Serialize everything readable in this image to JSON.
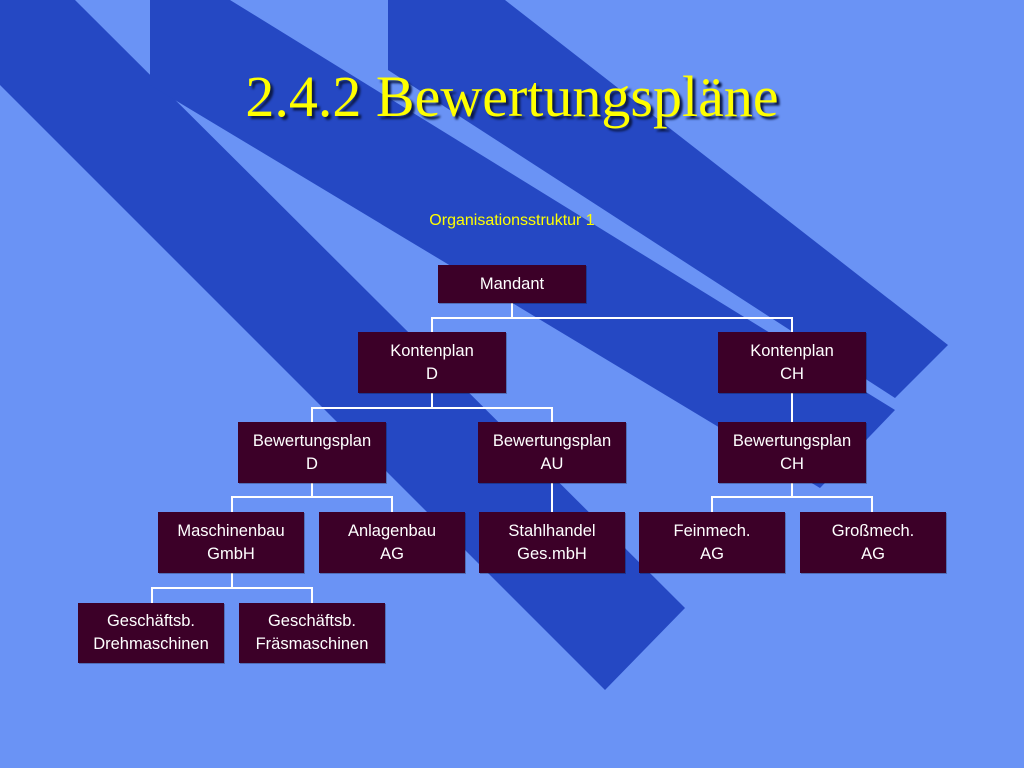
{
  "slide": {
    "title": "2.4.2 Bewertungspläne",
    "subtitle": "Organisationsstruktur 1",
    "colors": {
      "background": "#6a93f5",
      "stripe": "#2548c3",
      "title": "#ffff00",
      "node_fill": "#3c0028",
      "node_text": "#ffffff",
      "connector": "#ffffff"
    }
  },
  "org_chart": {
    "nodes": [
      {
        "id": "mandant",
        "lines": [
          "Mandant"
        ]
      },
      {
        "id": "kp-d",
        "parent": "mandant",
        "lines": [
          "Kontenplan",
          "D"
        ]
      },
      {
        "id": "kp-ch",
        "parent": "mandant",
        "lines": [
          "Kontenplan",
          "CH"
        ]
      },
      {
        "id": "bp-d",
        "parent": "kp-d",
        "lines": [
          "Bewertungsplan",
          "D"
        ]
      },
      {
        "id": "bp-au",
        "parent": "kp-d",
        "lines": [
          "Bewertungsplan",
          "AU"
        ]
      },
      {
        "id": "bp-ch",
        "parent": "kp-ch",
        "lines": [
          "Bewertungsplan",
          "CH"
        ]
      },
      {
        "id": "maschinenbau",
        "parent": "bp-d",
        "lines": [
          "Maschinenbau",
          "GmbH"
        ]
      },
      {
        "id": "anlagenbau",
        "parent": "bp-d",
        "lines": [
          "Anlagenbau",
          "AG"
        ]
      },
      {
        "id": "stahlhandel",
        "parent": "bp-au",
        "lines": [
          "Stahlhandel",
          "Ges.mbH"
        ]
      },
      {
        "id": "feinmech",
        "parent": "bp-ch",
        "lines": [
          "Feinmech.",
          "AG"
        ]
      },
      {
        "id": "grossmech",
        "parent": "bp-ch",
        "lines": [
          "Großmech.",
          "AG"
        ]
      },
      {
        "id": "gb-dreh",
        "parent": "maschinenbau",
        "lines": [
          "Geschäftsb.",
          "Drehmaschinen"
        ]
      },
      {
        "id": "gb-fraes",
        "parent": "maschinenbau",
        "lines": [
          "Geschäftsb.",
          "Fräsmaschinen"
        ]
      }
    ]
  }
}
